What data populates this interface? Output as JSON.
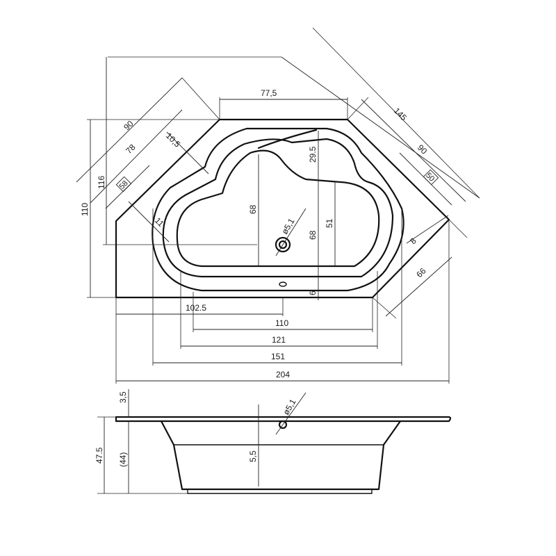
{
  "plan_view": {
    "dimensions": {
      "top_edge": "77,5",
      "diagonal_overall": "145",
      "right_diagonal": "90",
      "left_diagonal": "90",
      "left_inner_diagonal": "78",
      "step": "10,5",
      "left_depth_116": "116",
      "left_depth_110": "110",
      "rim_left": "11",
      "rim_right": "8",
      "seat_29_5": "29.5",
      "basin_depth_68_left": "68",
      "basin_depth_68_right": "68",
      "basin_51": "51",
      "bottom_6": "6",
      "drain": "ø5,1",
      "right_66": "66",
      "width_102_5": "102.5",
      "width_110": "110",
      "width_121": "121",
      "width_151": "151",
      "width_204": "204"
    },
    "boxed_labels": {
      "left": "58",
      "right": "50"
    }
  },
  "side_view": {
    "dimensions": {
      "rim_3_5": "3,5",
      "height_47_5": "47.5",
      "height_44": "(44)",
      "drain": "ø5,1",
      "drop_5_5": "5,5"
    }
  }
}
